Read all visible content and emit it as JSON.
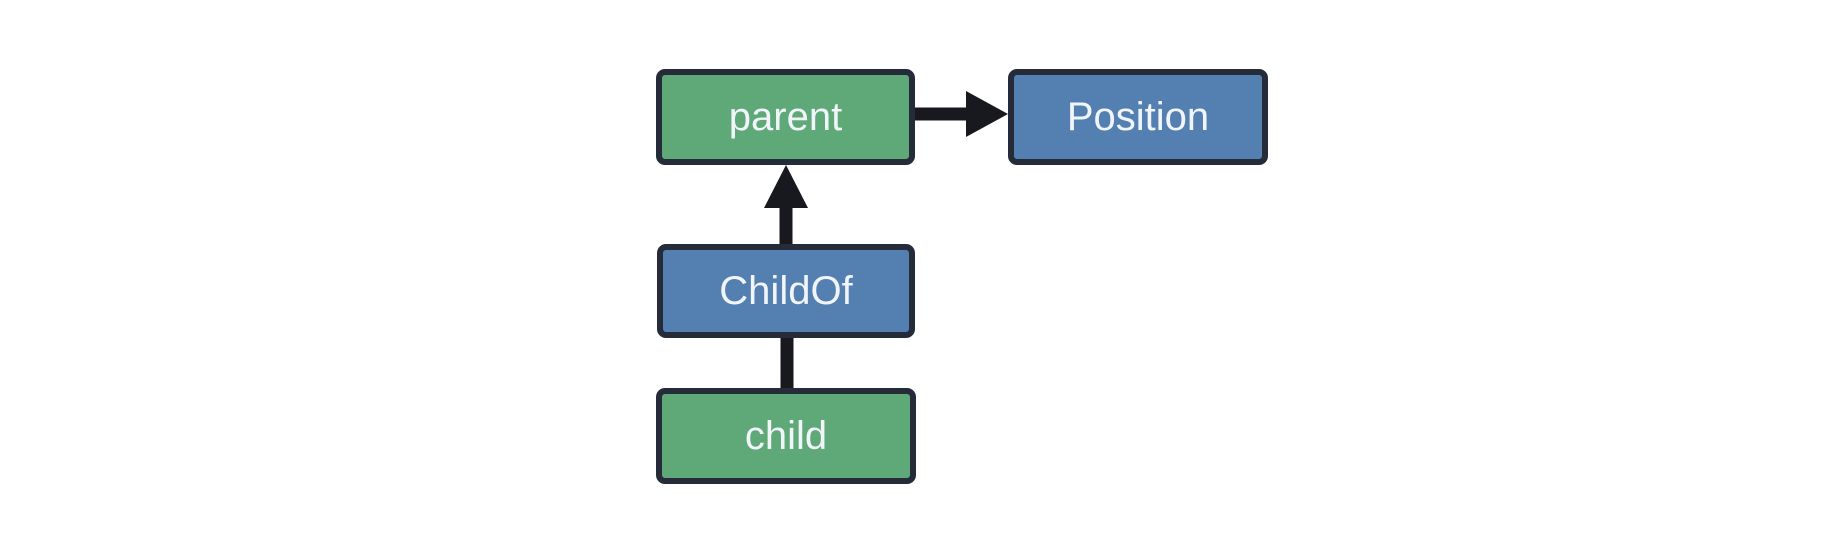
{
  "diagram": {
    "nodes": [
      {
        "id": "parent",
        "label": "parent",
        "fill": "#5fa877"
      },
      {
        "id": "Position",
        "label": "Position",
        "fill": "#5480b1"
      },
      {
        "id": "ChildOf",
        "label": "ChildOf",
        "fill": "#5480b1"
      },
      {
        "id": "child",
        "label": "child",
        "fill": "#5fa877"
      }
    ],
    "edges": [
      {
        "from": "parent",
        "to": "Position",
        "connector": "arrow"
      },
      {
        "from": "ChildOf",
        "to": "parent",
        "connector": "arrow"
      },
      {
        "from": "child",
        "to": "ChildOf",
        "connector": "line"
      }
    ],
    "colors": {
      "entity_fill": "#5fa877",
      "component_fill": "#5480b1",
      "node_border": "#262b3a",
      "edge": "#17191f",
      "label_text": "#f1f5f9",
      "background": "#ffffff"
    }
  }
}
